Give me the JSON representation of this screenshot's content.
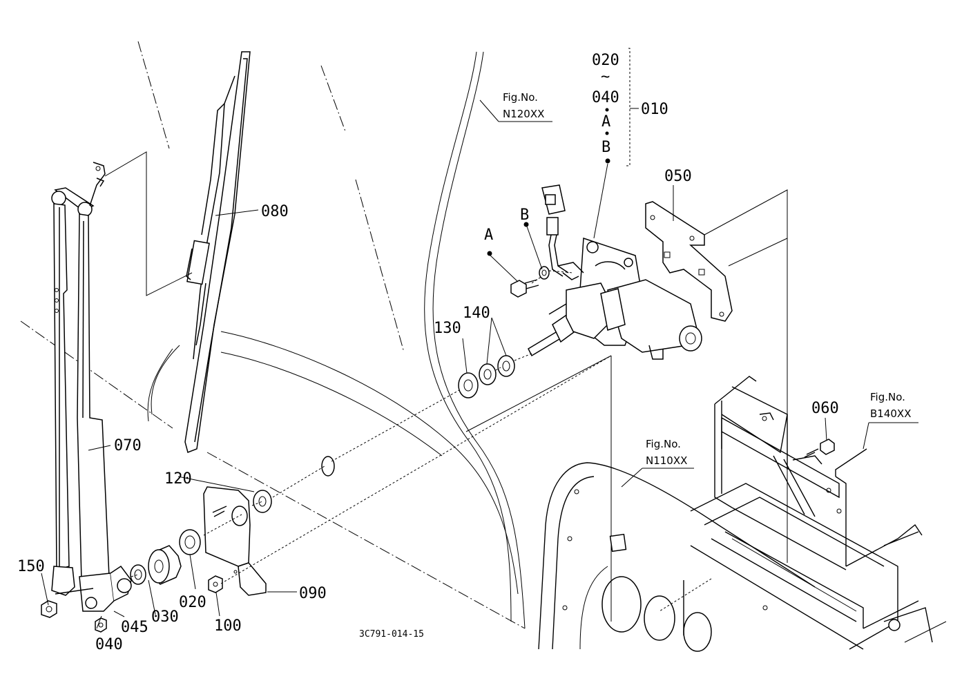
{
  "labels": {
    "p010": "010",
    "p020_top": "020",
    "tilde": "~",
    "p040_top": "040",
    "markA_stack": "A",
    "markB_stack": "B",
    "p050": "050",
    "p060": "060",
    "p070": "070",
    "p080": "080",
    "p090": "090",
    "p100": "100",
    "p120": "120",
    "p130": "130",
    "p140": "140",
    "p150": "150",
    "p045": "045",
    "p030": "030",
    "p020": "020",
    "p040": "040",
    "markA": "A",
    "markB": "B"
  },
  "fig_refs": {
    "n120_title": "Fig.No.",
    "n120_code": "N120XX",
    "n110_title": "Fig.No.",
    "n110_code": "N110XX",
    "b140_title": "Fig.No.",
    "b140_code": "B140XX"
  },
  "drawing_code": "3C791-014-15"
}
